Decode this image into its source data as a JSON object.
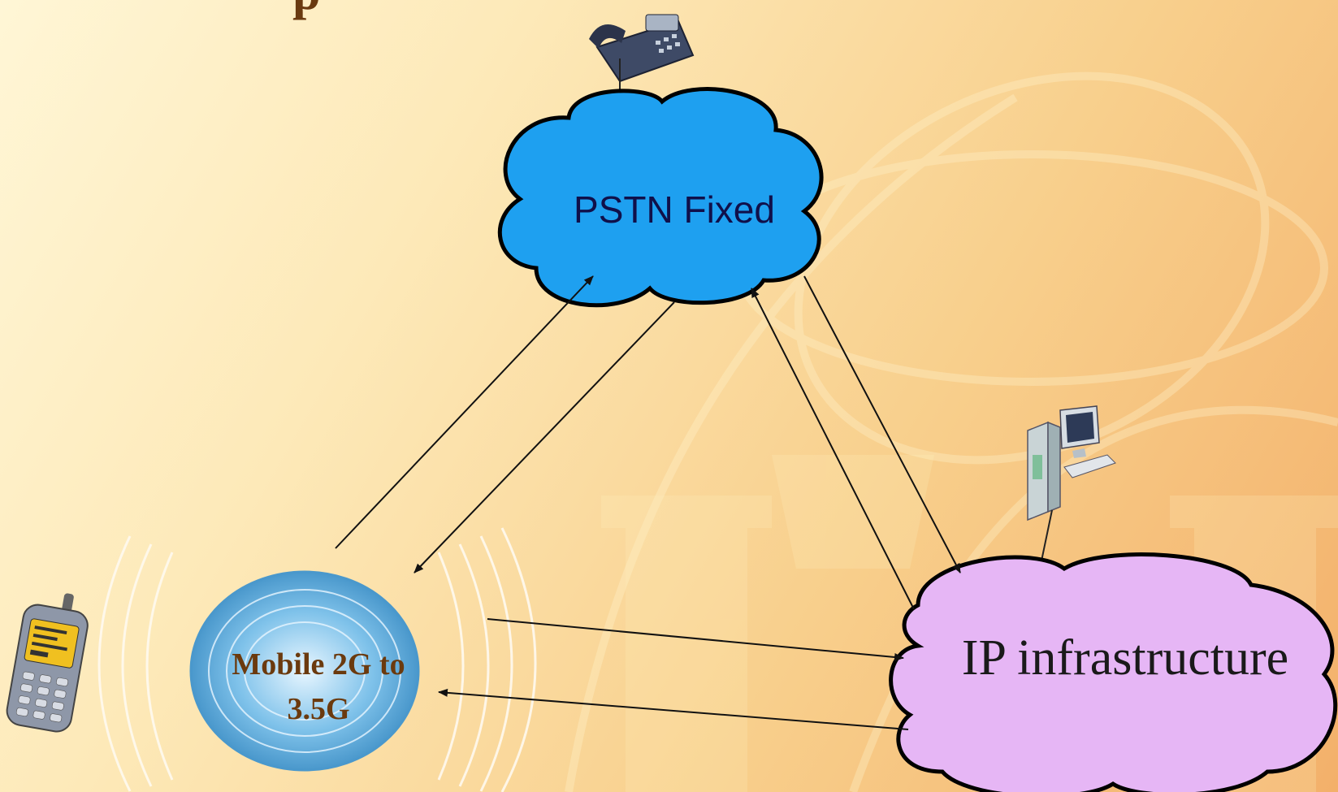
{
  "slide": {
    "title_fragment": "p"
  },
  "nodes": {
    "pstn": {
      "label": "PSTN Fixed",
      "fill": "#1ea0f0"
    },
    "mobile": {
      "label_line1": "Mobile 2G to",
      "label_line2": "3.5G",
      "fill": "#6fb7e0"
    },
    "ip": {
      "label": "IP infrastructure",
      "fill": "#e6b6f5"
    }
  },
  "icons": [
    "desk-phone-icon",
    "mobile-phone-icon",
    "desktop-computer-icon"
  ],
  "colors": {
    "background_light": "#fff6d6",
    "background_dark": "#f3b06a",
    "arrow": "#111111",
    "cloud_outline": "#000000"
  }
}
